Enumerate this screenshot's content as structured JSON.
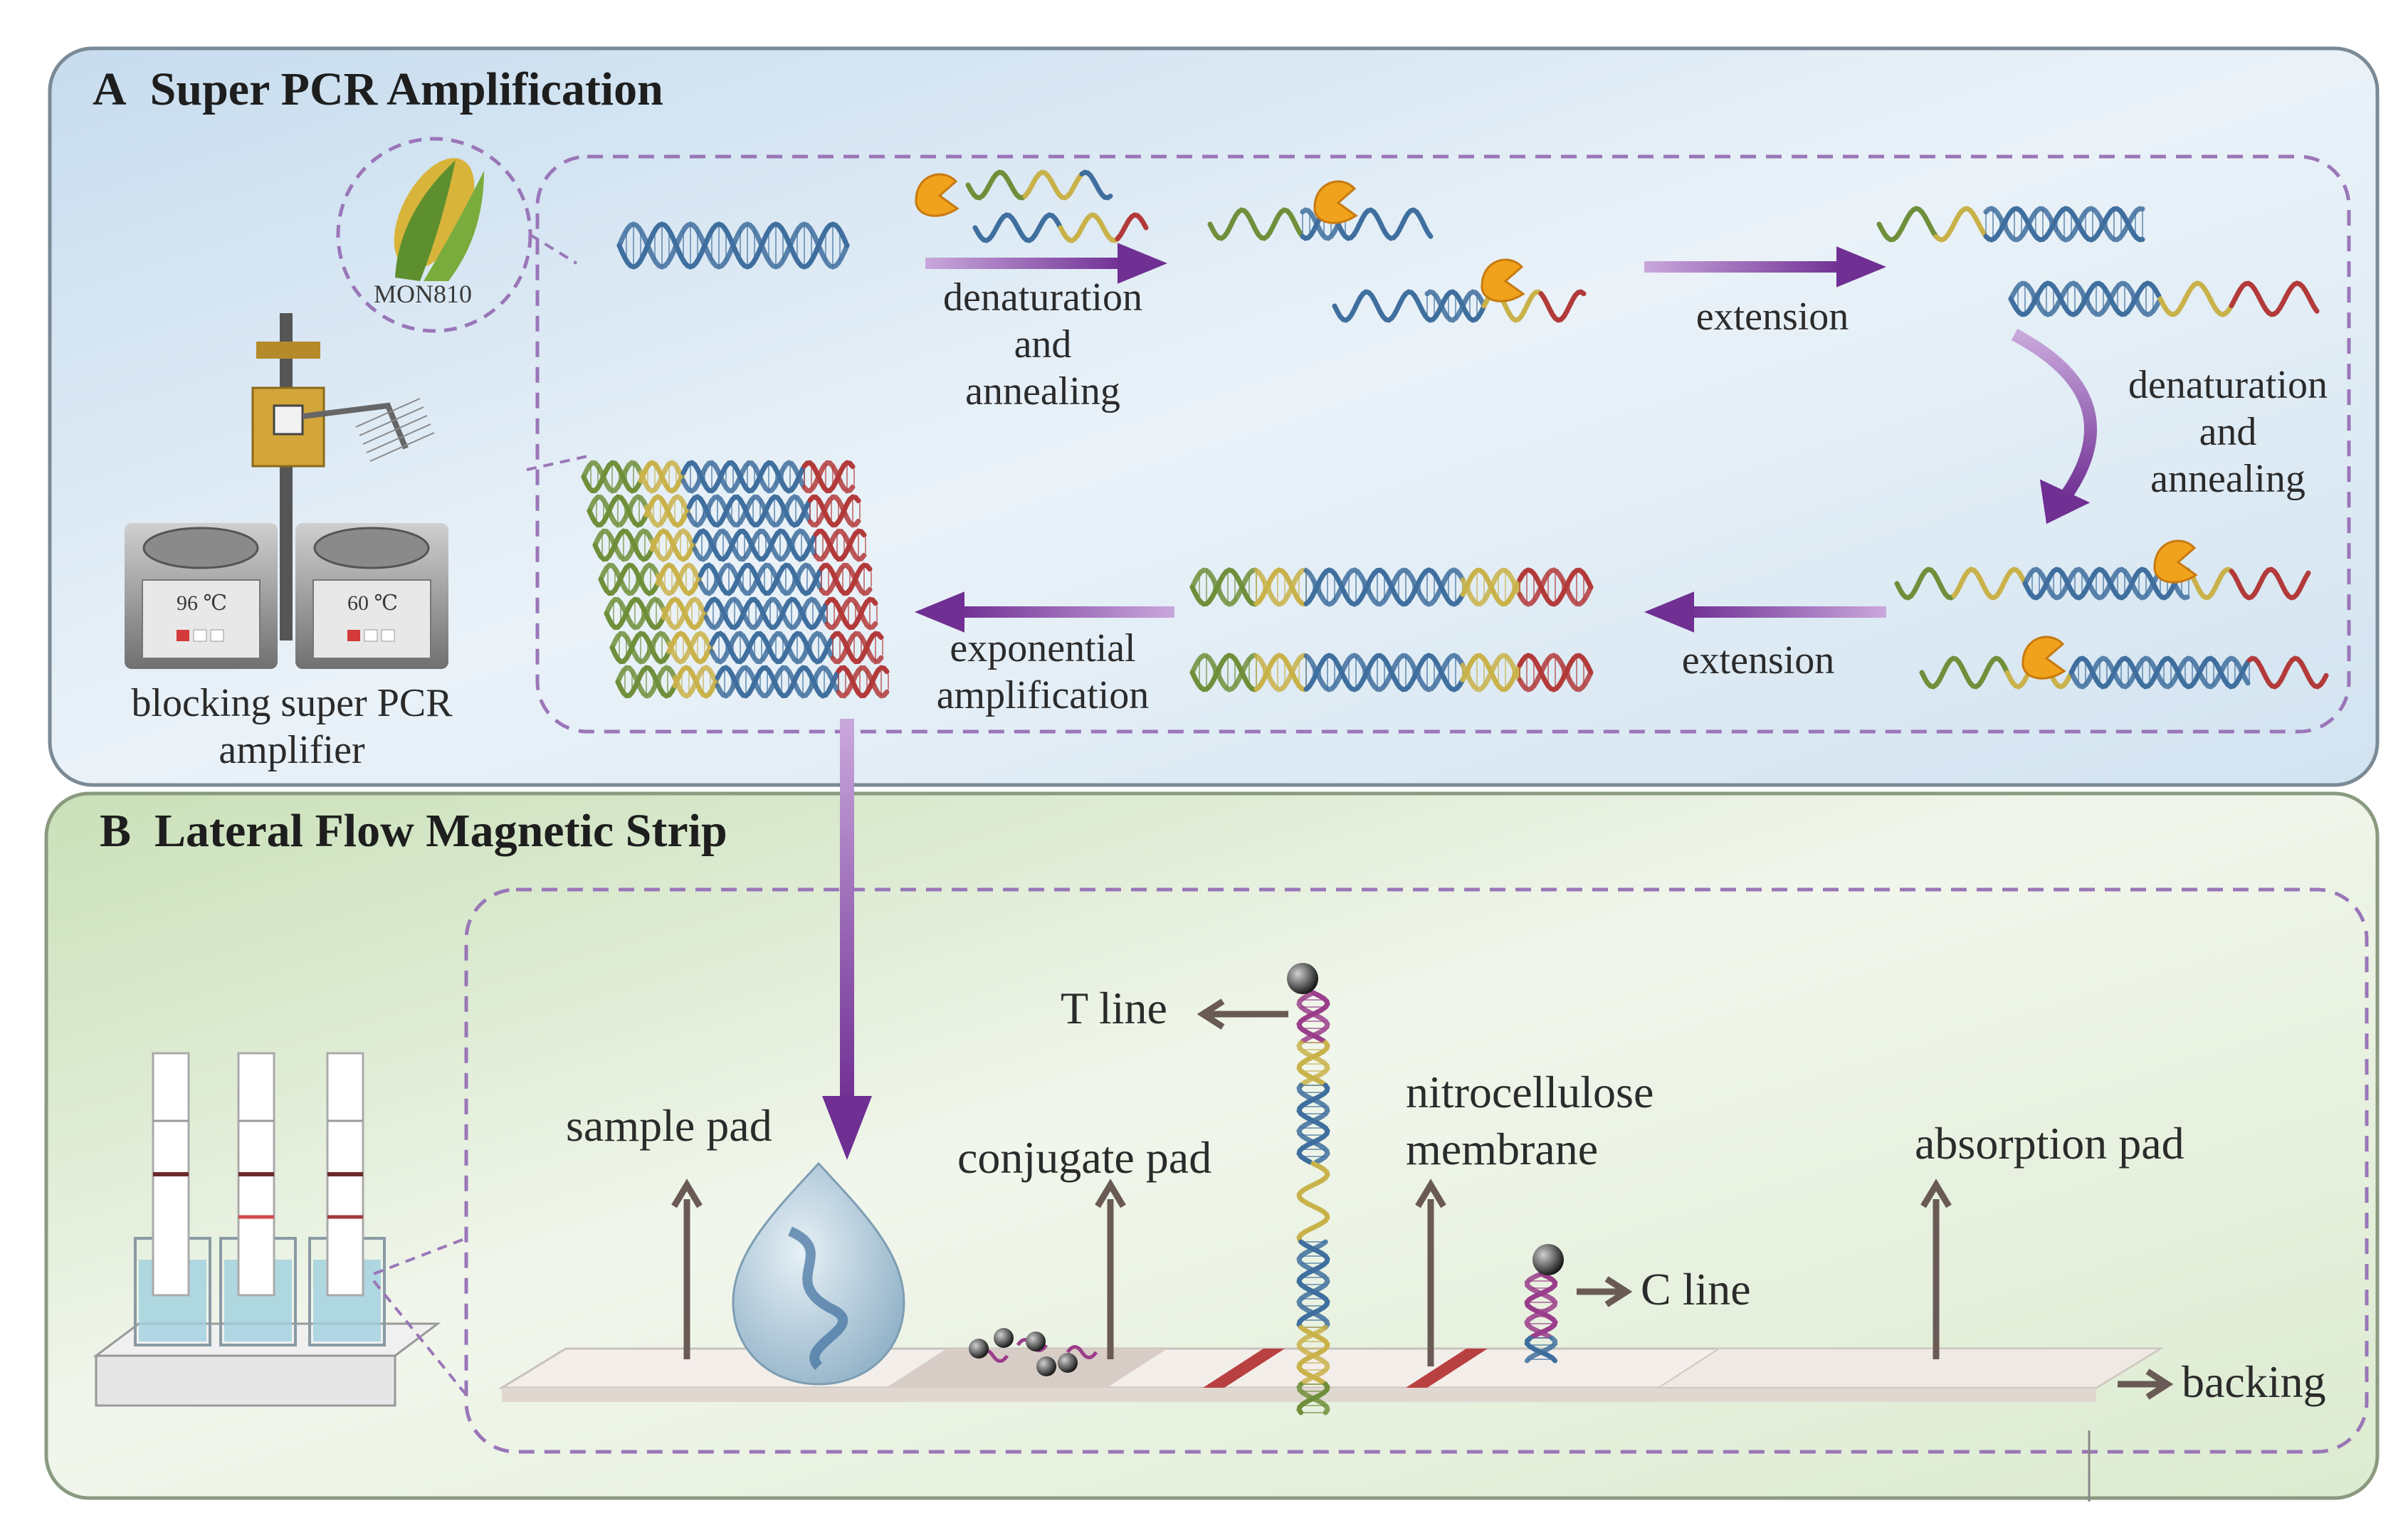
{
  "panel_a": {
    "letter": "A",
    "title": "Super PCR Amplification",
    "sample_label": "MON810",
    "device_label_lines": [
      "blocking super PCR",
      "amplifier"
    ],
    "temp_left": "96 ℃",
    "temp_right": "60 ℃",
    "steps": {
      "denat1": [
        "denaturation",
        "and",
        "annealing"
      ],
      "extension1": "extension",
      "denat2": [
        "denaturation",
        "and",
        "annealing"
      ],
      "extension2": "extension",
      "exponential": [
        "exponential",
        "amplification"
      ]
    }
  },
  "panel_b": {
    "letter": "B",
    "title": "Lateral Flow Magnetic Strip",
    "labels": {
      "sample_pad": "sample pad",
      "conjugate_pad": "conjugate pad",
      "t_line": "T line",
      "nitro_lines": [
        "nitrocellulose",
        "membrane"
      ],
      "c_line": "C line",
      "absorption_pad": "absorption pad",
      "backing": "backing"
    }
  },
  "colors": {
    "panel_a_bg": "#dce9f3",
    "panel_b_bg": "#dcebd2",
    "purple_arrow": "#7b3f9c",
    "dashed_border": "#9a76b8",
    "dna_blue": "#3f6f9e",
    "dna_yellow": "#c9b24a",
    "dna_red": "#b33a3a",
    "dna_green": "#6f8f3a",
    "polymerase": "#f0a21c",
    "line_red": "#b94040",
    "gray_arrow": "#6a5a55"
  }
}
